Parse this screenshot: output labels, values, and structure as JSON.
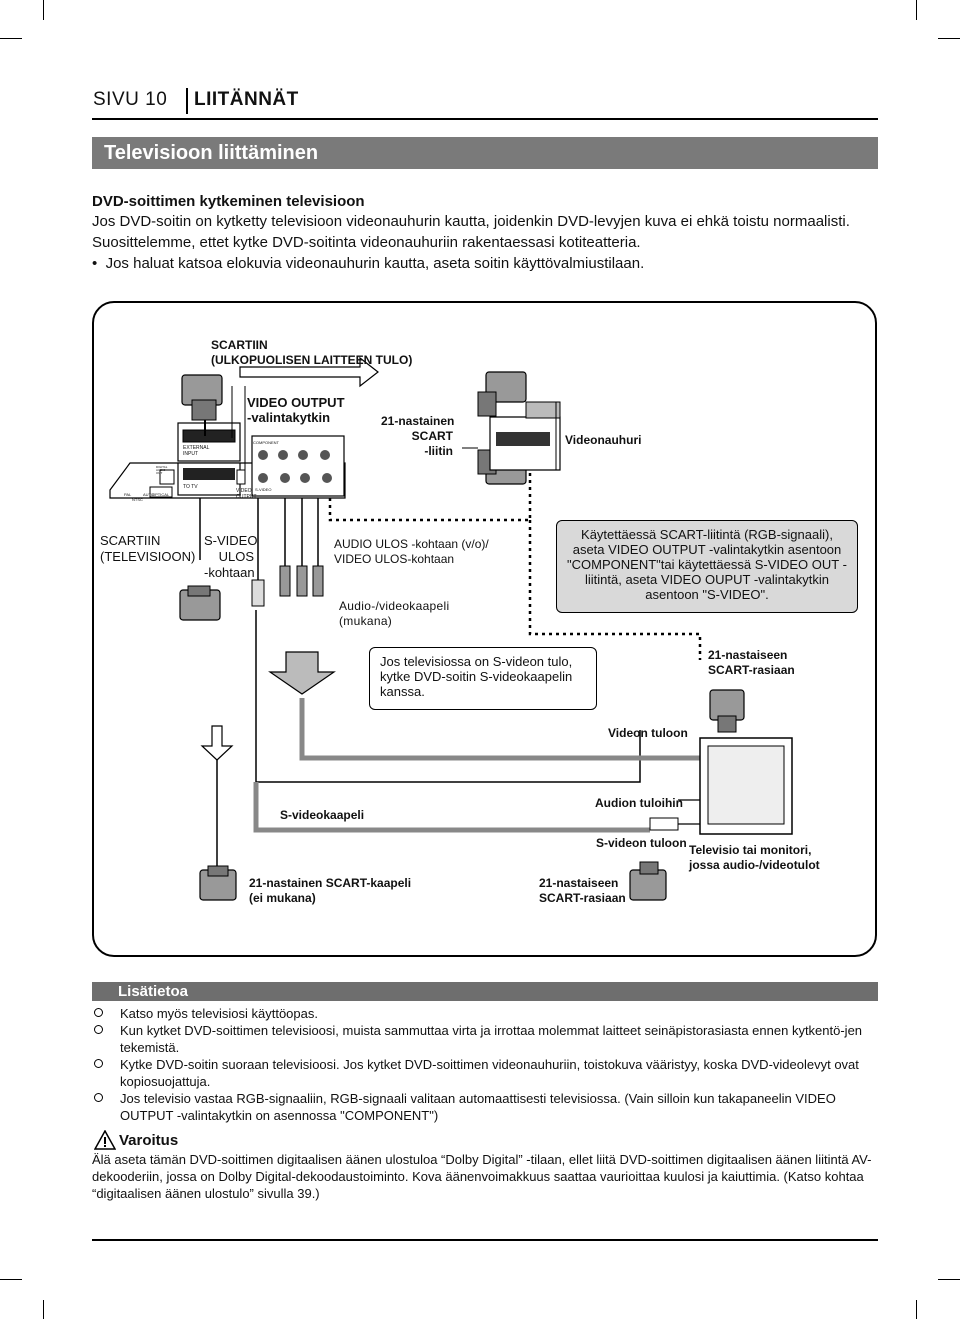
{
  "header": {
    "page_label": "SIVU 10",
    "section": "LIITÄNNÄT"
  },
  "title": "Televisioon liittäminen",
  "intro": {
    "heading": "DVD-soittimen kytkeminen televisioon",
    "line1": "Jos DVD-soitin on kytketty televisioon videonauhurin kautta, joidenkin DVD-levyjen kuva ei ehkä toistu normaalisti.",
    "line2": "Suosittelemme, ettet kytke DVD-soitinta videonauhuriin rakentaessasi kotiteatteria.",
    "bullet": "Jos haluat katsoa elokuvia videonauhurin kautta, aseta soitin käyttövalmiustilaan."
  },
  "diagram": {
    "scart_external": "SCARTIIN\n(ULKOPUOLISEN LAITTEEN TULO)",
    "video_output_switch": "VIDEO OUTPUT\n-valintakytkin",
    "scart_21pin": "21-nastainen\nSCART\n-liitin",
    "vcr": "Videonauhuri",
    "scart_tv": "SCARTIIN\n(TELEVISIOON)",
    "svideo_out": "S-VIDEO\nULOS\n-kohtaan",
    "audio_out": "AUDIO ULOS -kohtaan (v/o)/\nVIDEO ULOS-kohtaan",
    "av_cable": "Audio-/videokaapeli\n(mukana)",
    "callout_scart": "Käytettäessä SCART-liitintä (RGB-signaali), aseta VIDEO OUTPUT -valintakytkin asentoon \"COMPONENT\"tai käytettäessä S-VIDEO OUT -liitintä, aseta VIDEO OUPUT -valintakytkin asentoon \"S-VIDEO\".",
    "callout_svideo": "Jos televisiossa on S-videon tulo, kytke DVD-soitin S-videokaapelin kanssa.",
    "scart_socket_top": "21-nastaiseen\nSCART-rasiaan",
    "video_in": "Videon tuloon",
    "svideo_cable": "S-videokaapeli",
    "audio_in": "Audion tuloihin",
    "svideo_in": "S-videon tuloon",
    "tv_monitor": "Televisio tai monitori,\njossa audio-/videotulot",
    "scart_cable": "21-nastainen SCART-kaapeli\n(ei mukana)",
    "scart_socket_bottom": "21-nastaiseen\nSCART-rasiaan",
    "panel": {
      "external_input": "EXTERNAL\nINPUT",
      "to_tv": "TO TV",
      "video_output": "VIDEO\nOUTPUT",
      "optical": "OPTICAL",
      "digital": "DIGITAL\nAUDIO\nOUT",
      "component": "COMPONENT",
      "svideo": "S-VIDEO",
      "pal": "PAL",
      "auto": "AUTO",
      "ntsc": "NTSC"
    }
  },
  "info": {
    "title": "Lisätietoa",
    "notes": [
      "Katso myös televisiosi käyttöopas.",
      "Kun kytket DVD-soittimen televisioosi, muista sammuttaa virta ja irrottaa molemmat laitteet seinäpistorasiasta ennen kytkentö-jen tekemistä.",
      "Kytke DVD-soitin suoraan televisioosi. Jos kytket DVD-soittimen videonauhuriin, toistokuva vääristyy, koska DVD-videolevyt ovat kopiosuojattuja.",
      "Jos televisio vastaa RGB-signaaliin, RGB-signaali valitaan automaattisesti televisiossa. (Vain silloin kun takapaneelin VIDEO OUTPUT -valintakytkin on asennossa \"COMPONENT\")"
    ]
  },
  "warning": {
    "title": "Varoitus",
    "text": "Älä aseta tämän DVD-soittimen digitaalisen äänen ulostuloa “Dolby Digital” -tilaan, ellet liitä DVD-soittimen digitaalisen äänen liitintä AV-dekooderiin, jossa on Dolby Digital-dekoodaustoiminto. Kova äänenvoimakkuus saattaa vaurioittaa kuulosi ja kaiuttimia. (Katso kohtaa “digitaalisen äänen ulostulo” sivulla 39.)"
  },
  "colors": {
    "title_bar": "#7a7a7a",
    "info_bar": "#6e6e6e",
    "callout_fill": "#d9d9d9"
  }
}
